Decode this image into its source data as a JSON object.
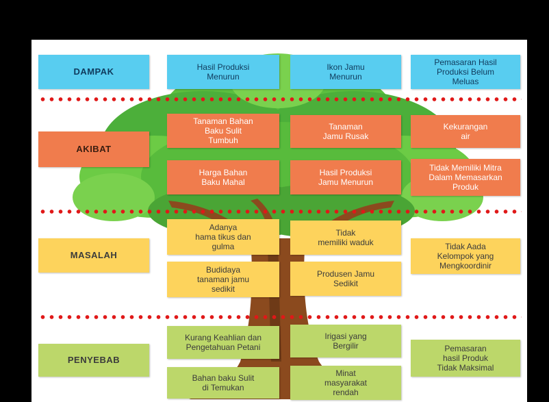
{
  "colors": {
    "dampak": "#58cdf0",
    "akibat": "#f07c4d",
    "masalah": "#fdd35c",
    "penyebab": "#bcd76a",
    "divider": "#e01818",
    "trunk": "#8b4a1e",
    "foliage": "#4caf3a"
  },
  "rows": {
    "dampak": {
      "label": "DAMPAK",
      "boxes": [
        "Hasil Produksi\nMenurun",
        "Ikon Jamu\nMenurun",
        "Pemasaran Hasil\nProduksi Belum\nMeluas"
      ]
    },
    "akibat": {
      "label": "AKIBAT",
      "boxes": [
        "Tanaman Bahan\nBaku Sulit\nTumbuh",
        "Tanaman\nJamu Rusak",
        "Kekurangan\nair",
        "Harga Bahan\nBaku Mahal",
        "Hasil Produksi\nJamu Menurun",
        "Tidak Memiliki Mitra\nDalam Memasarkan\nProduk"
      ]
    },
    "masalah": {
      "label": "MASALAH",
      "boxes": [
        "Adanya\nhama tikus dan\ngulma",
        "Tidak\nmemiliki waduk",
        "Tidak Aada\nKelompok yang\nMengkoordinir",
        "Budidaya\ntanaman jamu\nsedikit",
        "Produsen Jamu\nSedikit"
      ]
    },
    "penyebab": {
      "label": "PENYEBAB",
      "boxes": [
        "Kurang Keahlian dan\nPengetahuan Petani",
        "Irigasi yang\nBergilir",
        "Pemasaran\nhasil Produk\nTidak Maksimal",
        "Bahan baku Sulit\ndi Temukan",
        "Minat\nmasyarakat\nrendah"
      ]
    }
  }
}
